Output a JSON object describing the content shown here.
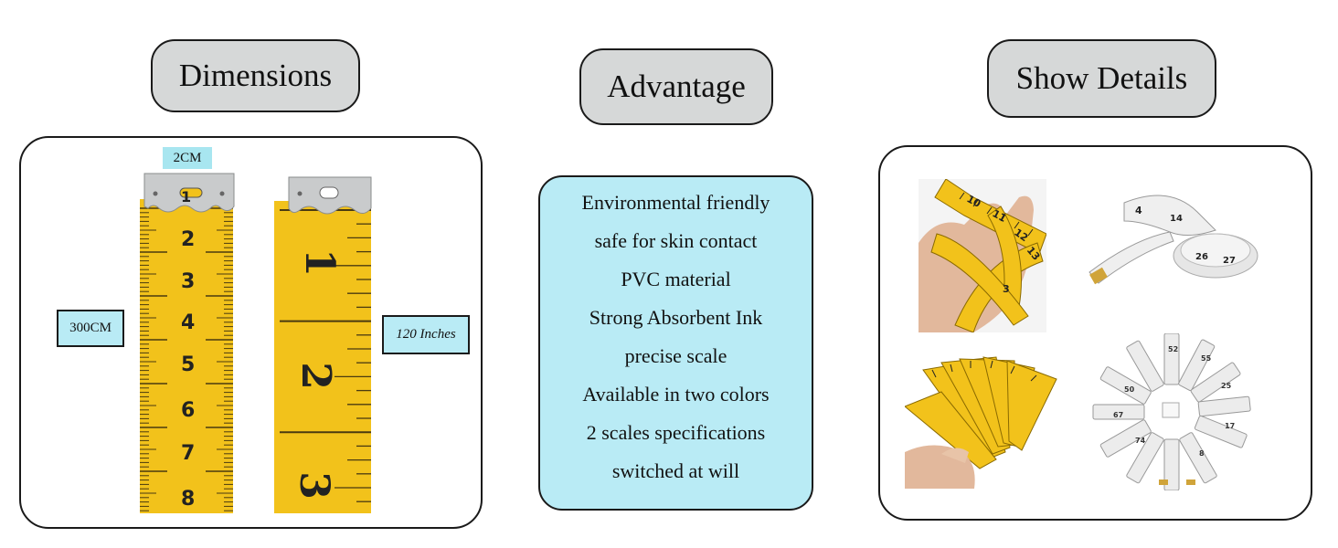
{
  "headings": {
    "dimensions": "Dimensions",
    "advantage": "Advantage",
    "show_details": "Show Details"
  },
  "dimensions": {
    "width_label": "2CM",
    "length_cm_label": "300CM",
    "length_in_label": "120 Inches",
    "cm_tape_numbers": [
      "1",
      "2",
      "3",
      "4",
      "5",
      "6",
      "7",
      "8"
    ],
    "inch_tape_numbers": [
      "1",
      "2",
      "3"
    ]
  },
  "advantages": [
    "Environmental friendly",
    "safe for skin contact",
    "PVC material",
    "Strong Absorbent Ink",
    "precise scale",
    "Available in two colors",
    "2 scales specifications",
    "switched at will"
  ],
  "colors": {
    "pill_bg": "#d6d8d8",
    "cyan": "#b9ebf5",
    "tape_yellow": "#f2c21b",
    "tape_white": "#eeeeee"
  },
  "icons": {
    "photo_1": "hand-holding-yellow-tape-photo",
    "photo_2": "rolled-white-tape-photo",
    "photo_3": "fanned-yellow-tapes-photo",
    "photo_4": "white-tape-spiral-photo"
  }
}
